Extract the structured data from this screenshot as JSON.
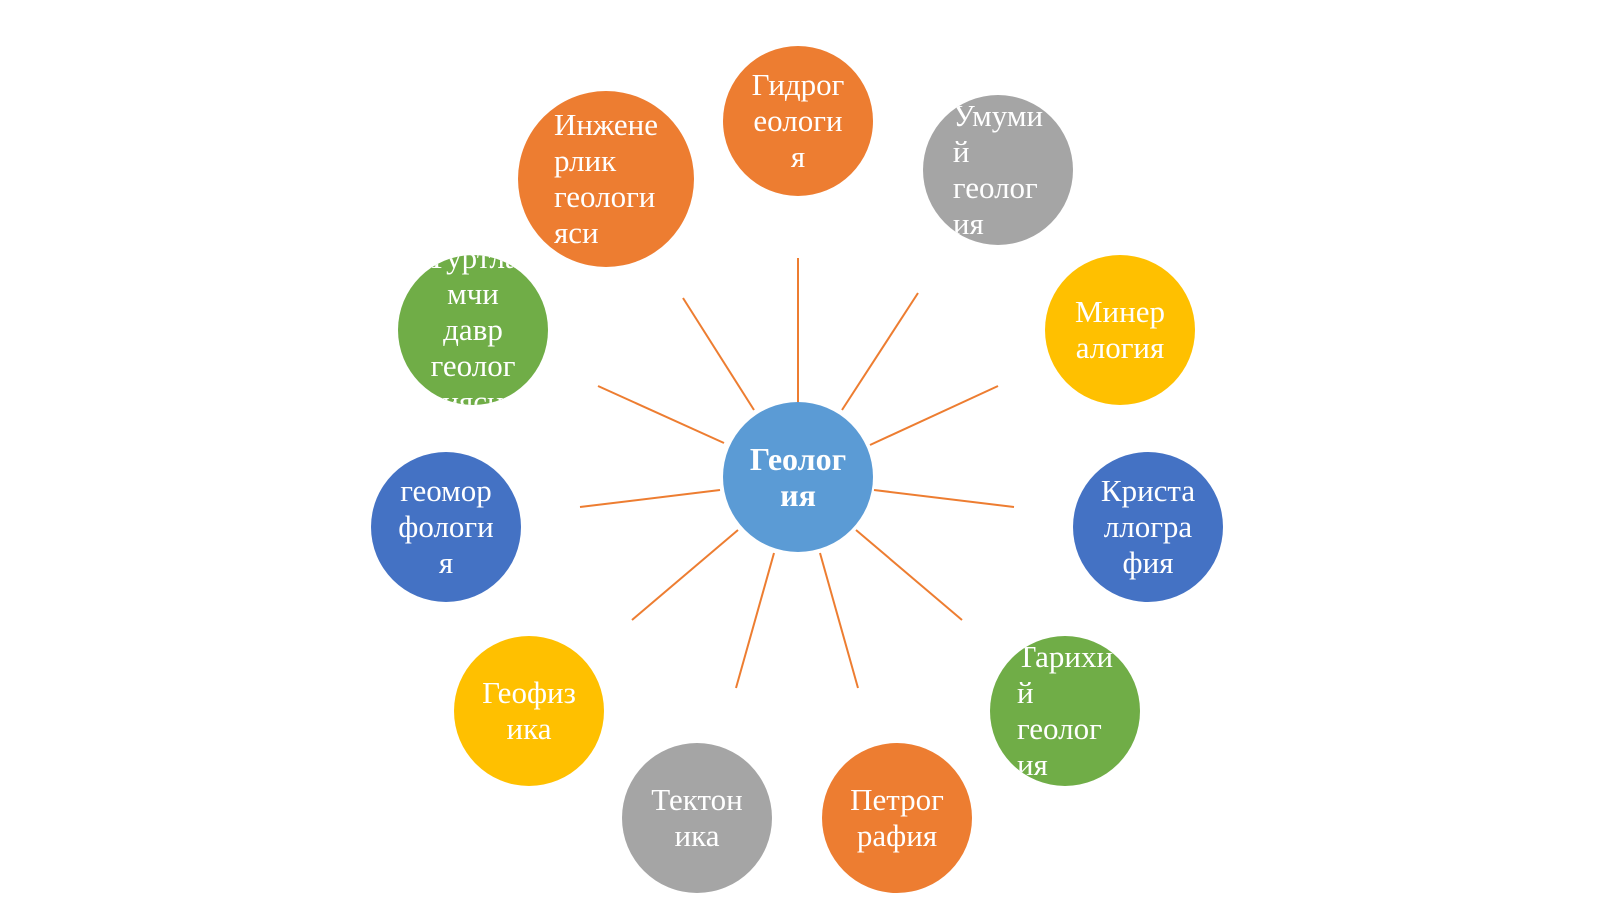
{
  "colors": {
    "orange": "#ED7D31",
    "gray": "#A5A5A5",
    "yellow": "#FFC000",
    "green": "#70AD47",
    "blue": "#4472C4",
    "center": "#5B9BD5",
    "spoke": "#ED7D31",
    "text": "#FFFFFF"
  },
  "center": {
    "label": "Геолог\nия"
  },
  "nodes": [
    {
      "id": "gidrogeologiya",
      "label": "Гидрог\nеологи\nя",
      "color": "orange"
    },
    {
      "id": "umumiy-geologiya",
      "label": "Умуми\nй\nгеолог\nия",
      "color": "gray"
    },
    {
      "id": "mineralogiya",
      "label": "Минер\nалогия",
      "color": "yellow"
    },
    {
      "id": "kristallografiya",
      "label": "Криста\nллогра\nфия",
      "color": "blue"
    },
    {
      "id": "tarixiy-geologiya",
      "label": "Тарихи\nй\nгеолог\nия",
      "color": "green"
    },
    {
      "id": "petrografiya",
      "label": "Петрог\nрафия",
      "color": "orange"
    },
    {
      "id": "tektonika",
      "label": "Тектон\nика",
      "color": "gray"
    },
    {
      "id": "geofizika",
      "label": "Геофиз\nика",
      "color": "yellow"
    },
    {
      "id": "geomorfologiya",
      "label": "геомор\nфологи\nя",
      "color": "blue"
    },
    {
      "id": "turtlamchi-davr-geologiyasi",
      "label": "Тўртла\nмчи\nдавр\nгеолог\nияси",
      "color": "green"
    },
    {
      "id": "injenerlik-geologiyasi",
      "label": "Инжене\nрлик\nгеологи\nяси",
      "color": "orange"
    }
  ]
}
